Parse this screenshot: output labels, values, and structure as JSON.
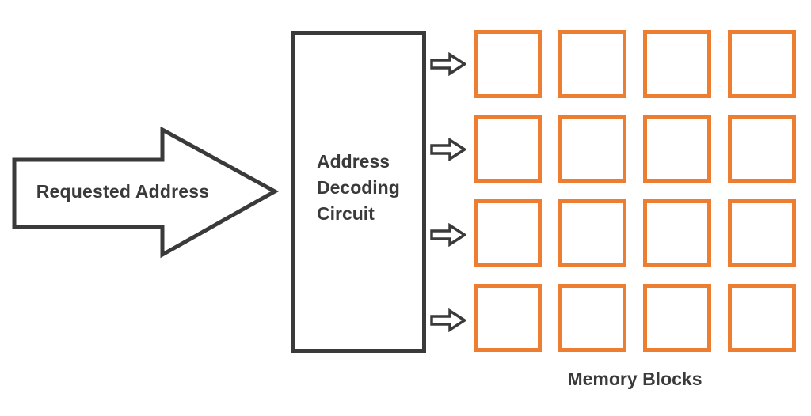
{
  "diagram": {
    "background": "#ffffff",
    "stroke_color": "#3a3a3a",
    "text_color": "#3a3a3a"
  },
  "requested_arrow": {
    "label": "Requested Address"
  },
  "decoder_box": {
    "label": "Address\nDecoding\nCircuit"
  },
  "row_arrows": {
    "count": 4
  },
  "memory_grid": {
    "rows": 4,
    "cols": 4,
    "block_count": 16,
    "border_color": "#ED7D31",
    "label": "Memory Blocks"
  }
}
